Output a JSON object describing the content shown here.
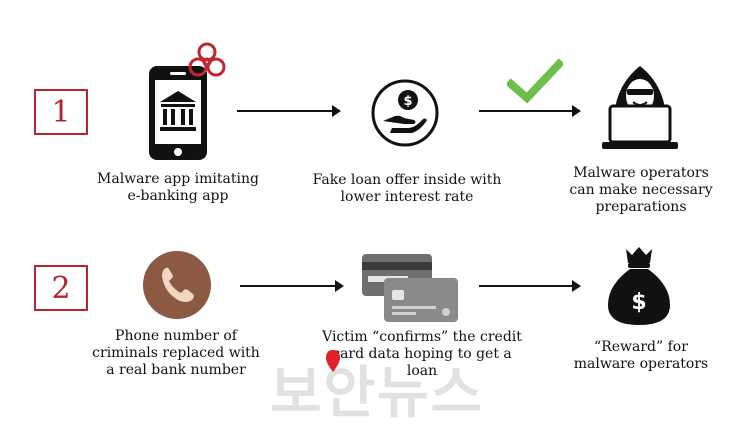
{
  "rows": [
    {
      "number": "1",
      "steps": [
        {
          "caption": "Malware app imitating e-banking app",
          "icon": "smartphone-bank-biohazard-icon"
        },
        {
          "caption": "Fake loan offer inside with lower interest rate",
          "icon": "hand-coin-icon"
        },
        {
          "caption": "Malware operators can make necessary preparations",
          "icon": "hacker-laptop-icon"
        }
      ]
    },
    {
      "number": "2",
      "steps": [
        {
          "caption": "Phone number of criminals replaced with a real bank number",
          "icon": "phone-icon"
        },
        {
          "caption": "Victim “confirms” the credit card data hoping to get a loan",
          "icon": "credit-cards-icon"
        },
        {
          "caption": "“Reward” for malware operators",
          "icon": "money-bag-icon"
        }
      ]
    }
  ],
  "watermark": "보안뉴스",
  "colors": {
    "accent": "#b3262b",
    "check": "#6cc04a",
    "phone": "#8c5a43",
    "card": "#6f6f6f"
  }
}
